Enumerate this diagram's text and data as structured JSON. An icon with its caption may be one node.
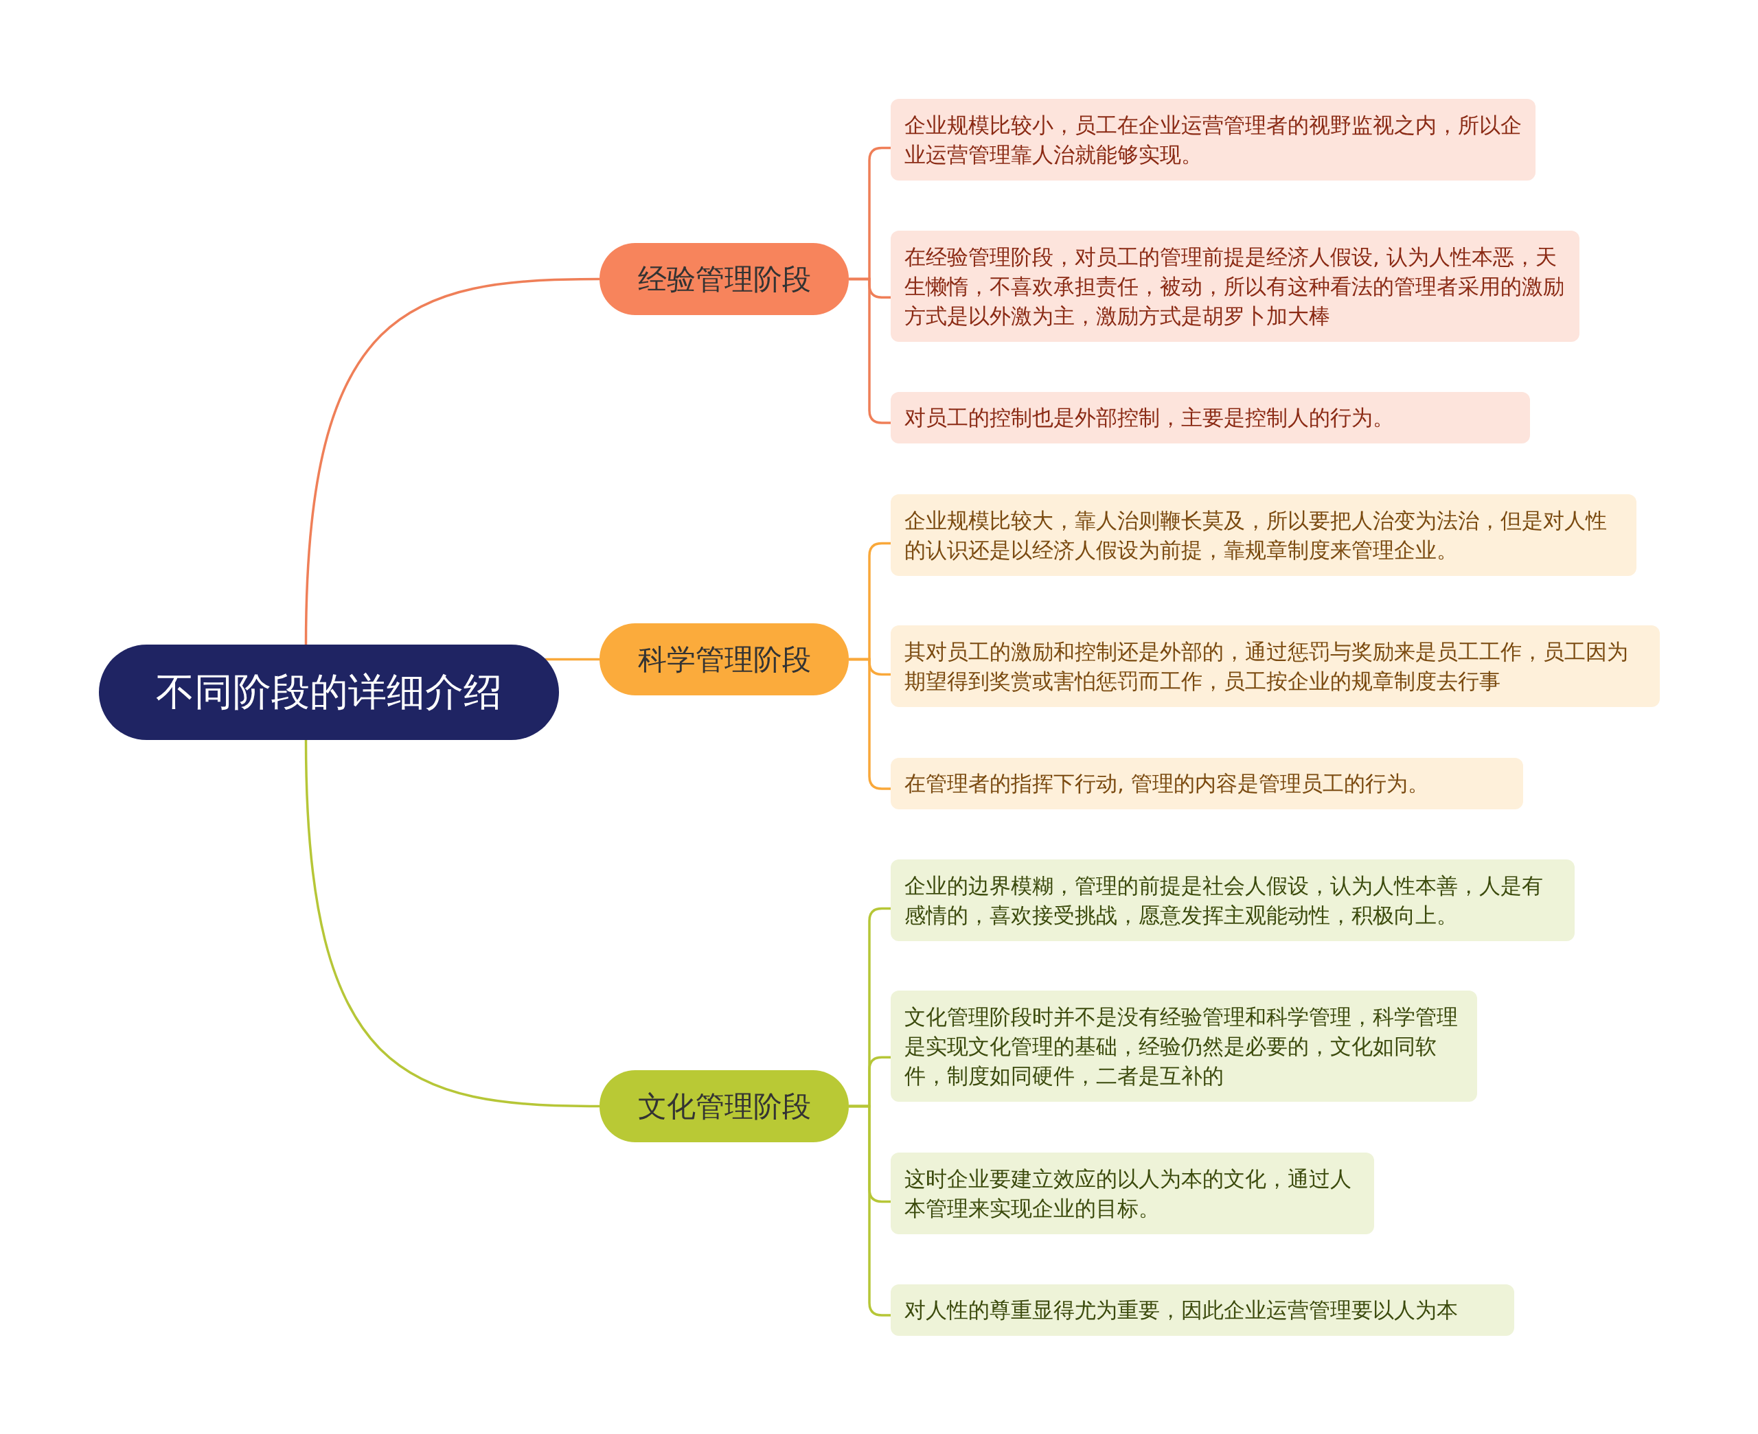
{
  "diagram": {
    "nodes": [
      {
        "text": [
          "不同阶段的详细介绍"
        ]
      },
      {
        "text": [
          "经验管理阶段"
        ]
      },
      {
        "text": [
          "企业规模比较小，员工在企业运营管理者的视野监视之内，所以企业运营管理靠人治就能够实现。"
        ]
      },
      {
        "text": [
          "在经验管理阶段，对员工的管理前提是经济人假设, 认为人性本恶，天生懒惰，不喜欢承担责任，被动，所以有这种看法的管理者采用的激励方式是以外激为主，激励方式是胡罗卜加大棒"
        ]
      },
      {
        "text": [
          "对员工的控制也是外部控制，主要是控制人的行为。"
        ]
      },
      {
        "text": [
          "科学管理阶段"
        ]
      },
      {
        "text": [
          "企业规模比较大，靠人治则鞭长莫及，所以要把人治变为法治，但是对人性的认识还是以经济人假设为前提，靠规章制度来管理企业。"
        ]
      },
      {
        "text": [
          "其对员工的激励和控制还是外部的，通过惩罚与奖励来是员工工作，员工因为期望得到奖赏或害怕惩罚而工作，员工按企业的规章制度去行事"
        ]
      },
      {
        "text": [
          "在管理者的指挥下行动, 管理的内容是管理员工的行为。"
        ]
      },
      {
        "text": [
          "文化管理阶段"
        ]
      },
      {
        "text": [
          "企业的边界模糊，管理的前提是社会人假设，认为人性本善，人是有感情的，喜欢接受挑战，愿意发挥主观能动性，积极向上。"
        ]
      },
      {
        "text": [
          "文化管理阶段时并不是没有经验管理和科学管理，科学管理是实现文化管理的基础，经验仍然是必要的，文化如同软件，制度如同硬件，二者是互补的"
        ]
      },
      {
        "text": [
          "这时企业要建立效应的以人为本的文化，通过人本管理来实现企业的目标。"
        ]
      },
      {
        "text": [
          "对人性的尊重显得尤为重要，因此企业运营管理要以人为本"
        ]
      }
    ],
    "edges": [
      {
        "from": 0,
        "to": 1,
        "arrow": "none",
        "color": "#ef7f58"
      },
      {
        "from": 0,
        "to": 5,
        "arrow": "none",
        "color": "#f9a83a"
      },
      {
        "from": 0,
        "to": 9,
        "arrow": "none",
        "color": "#b6c637"
      },
      {
        "from": 1,
        "to": 2,
        "arrow": "none",
        "color": "#ef7f58"
      },
      {
        "from": 1,
        "to": 3,
        "arrow": "none",
        "color": "#ef7f58"
      },
      {
        "from": 1,
        "to": 4,
        "arrow": "none",
        "color": "#ef7f58"
      },
      {
        "from": 5,
        "to": 6,
        "arrow": "none",
        "color": "#f9a83a"
      },
      {
        "from": 5,
        "to": 7,
        "arrow": "none",
        "color": "#f9a83a"
      },
      {
        "from": 5,
        "to": 8,
        "arrow": "none",
        "color": "#f9a83a"
      },
      {
        "from": 9,
        "to": 10,
        "arrow": "none",
        "color": "#b6c637"
      },
      {
        "from": 9,
        "to": 11,
        "arrow": "none",
        "color": "#b6c637"
      },
      {
        "from": 9,
        "to": 12,
        "arrow": "none",
        "color": "#b6c637"
      },
      {
        "from": 9,
        "to": 13,
        "arrow": "none",
        "color": "#b6c637"
      }
    ]
  }
}
